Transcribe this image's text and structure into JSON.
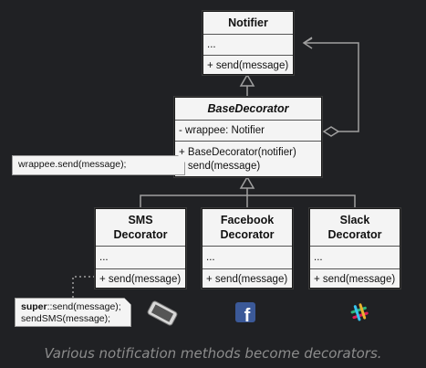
{
  "notifier": {
    "title": "Notifier",
    "fields": "...",
    "methods": "+ send(message)"
  },
  "base_decorator": {
    "title": "BaseDecorator",
    "fields": "- wrappee: Notifier",
    "method1": "+ BaseDecorator(notifier)",
    "method2": "+ send(message)"
  },
  "note_base": "wrappee.send(message);",
  "sms": {
    "title": "SMS\nDecorator",
    "fields": "...",
    "methods": "+ send(message)"
  },
  "facebook": {
    "title": "Facebook\nDecorator",
    "fields": "...",
    "methods": "+ send(message)"
  },
  "slack": {
    "title": "Slack\nDecorator",
    "fields": "...",
    "methods": "+ send(message)"
  },
  "note_sms": {
    "keyword": "super",
    "line1_rest": "::send(message);",
    "line2": "sendSMS(message);"
  },
  "icons": [
    "phone-icon",
    "facebook-icon",
    "slack-icon"
  ],
  "colors": {
    "background": "#202124",
    "box": "#f4f4f4",
    "line": "#a0a0a0",
    "facebook": "#3b5998"
  },
  "caption": "Various notification methods become decorators."
}
